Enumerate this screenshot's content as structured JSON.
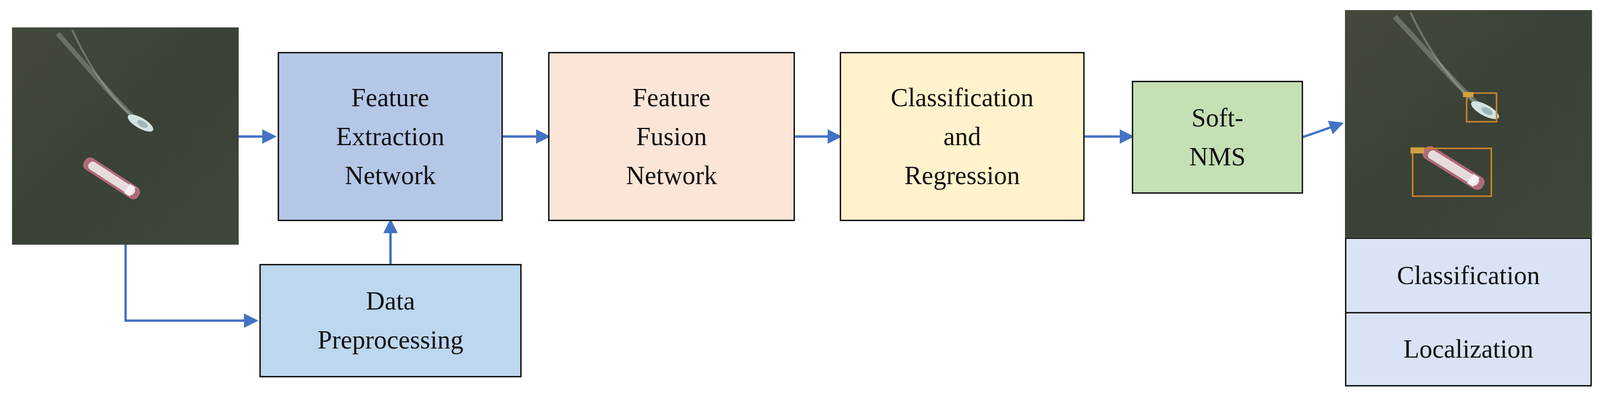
{
  "diagram": {
    "nodes": [
      {
        "text": [
          "Feature Extraction Network"
        ]
      },
      {
        "text": [
          "Data Preprocessing"
        ]
      },
      {
        "text": [
          "Feature Fusion Network"
        ]
      },
      {
        "text": [
          "Classification and Regression"
        ]
      },
      {
        "text": [
          "Soft-NMS"
        ]
      },
      {
        "text": [
          "Classification"
        ]
      },
      {
        "text": [
          "Localization"
        ]
      }
    ],
    "edges": [
      {
        "from": 1,
        "to": 0,
        "arrow": "to"
      },
      {
        "from": 0,
        "to": 2,
        "arrow": "to"
      },
      {
        "from": 2,
        "to": 3,
        "arrow": "to"
      },
      {
        "from": 3,
        "to": 4,
        "arrow": "to"
      }
    ]
  }
}
